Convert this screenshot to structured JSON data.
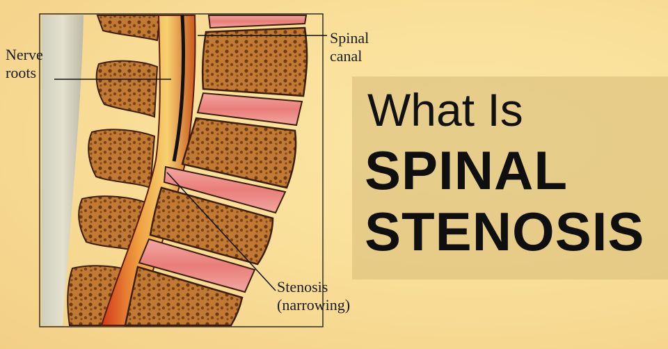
{
  "diagram": {
    "labels": {
      "nerve_roots": "Nerve roots",
      "spinal_canal": "Spinal canal",
      "stenosis": "Stenosis (narrowing)"
    }
  },
  "title": {
    "line1": "What Is",
    "line2": "SPINAL",
    "line3": "STENOSIS"
  },
  "colors": {
    "background": "#f9df99",
    "panel": "#dec480",
    "bone": "#b8722e",
    "disc": "#e58a8a",
    "nerve": "#e07a2c",
    "text": "#111111"
  }
}
